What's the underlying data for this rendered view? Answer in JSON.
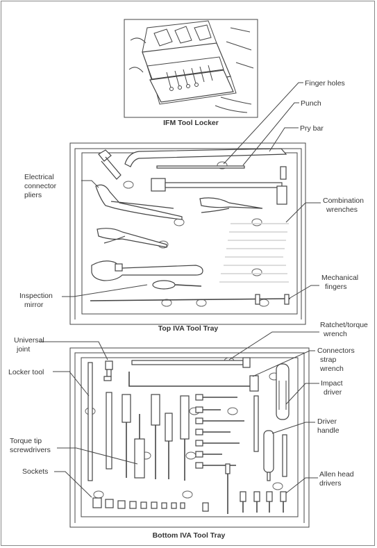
{
  "captions": {
    "locker": "IFM Tool Locker",
    "top_tray": "Top IVA Tool Tray",
    "bottom_tray": "Bottom IVA Tool Tray"
  },
  "labels": {
    "finger_holes": "Finger holes",
    "punch": "Punch",
    "pry_bar": "Pry bar",
    "electrical_connector_pliers": [
      "Electrical",
      "connector",
      "pliers"
    ],
    "combination_wrenches": [
      "Combination",
      "wrenches"
    ],
    "inspection_mirror": [
      "Inspection",
      "mirror"
    ],
    "mechanical_fingers": [
      "Mechanical",
      "fingers"
    ],
    "ratchet_torque_wrench": [
      "Ratchet/torque",
      "wrench"
    ],
    "universal_joint": [
      "Universal",
      "joint"
    ],
    "connectors_strap_wrench": [
      "Connectors",
      "strap",
      "wrench"
    ],
    "locker_tool": "Locker tool",
    "impact_driver": [
      "Impact",
      "driver"
    ],
    "driver_handle": [
      "Driver",
      "handle"
    ],
    "torque_tip_screwdrivers": [
      "Torque tip",
      "screwdrivers"
    ],
    "sockets": "Sockets",
    "allen_head_drivers": [
      "Allen head",
      "drivers"
    ]
  }
}
